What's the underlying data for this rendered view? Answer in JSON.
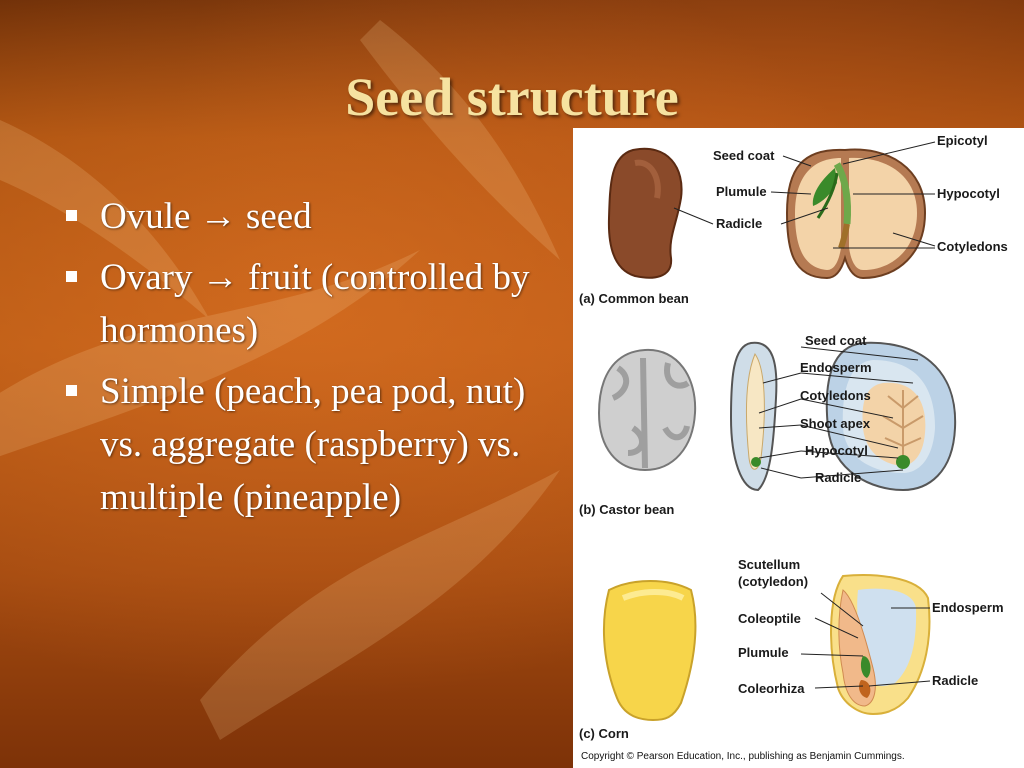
{
  "slide": {
    "title": "Seed structure",
    "bullets": [
      {
        "text": "Ovule → seed"
      },
      {
        "text": "Ovary → fruit (controlled by hormones)"
      },
      {
        "text": "Simple (peach, pea pod, nut) vs. aggregate (raspberry) vs. multiple (pineapple)"
      }
    ]
  },
  "figure": {
    "common_bean": {
      "caption": "(a) Common bean",
      "labels": {
        "seed_coat": "Seed coat",
        "plumule": "Plumule",
        "radicle": "Radicle",
        "epicotyl": "Epicotyl",
        "hypocotyl": "Hypocotyl",
        "cotyledons": "Cotyledons"
      }
    },
    "castor_bean": {
      "caption": "(b) Castor bean",
      "labels": {
        "seed_coat": "Seed coat",
        "endosperm": "Endosperm",
        "cotyledons": "Cotyledons",
        "shoot_apex": "Shoot apex",
        "hypocotyl": "Hypocotyl",
        "radicle": "Radicle"
      }
    },
    "corn": {
      "caption": "(c) Corn",
      "labels": {
        "scutellum_1": "Scutellum",
        "scutellum_2": "(cotyledon)",
        "coleoptile": "Coleoptile",
        "plumule": "Plumule",
        "coleorhiza": "Coleorhiza",
        "endosperm": "Endosperm",
        "radicle": "Radicle"
      }
    },
    "copyright": "Copyright © Pearson Education, Inc., publishing as Benjamin Cummings."
  },
  "colors": {
    "title": "#f6e2a0",
    "background": "#a8500f",
    "bean_brown": "#8a4a2a",
    "cotyledon_tan": "#f3d3a8",
    "embryo_green": "#3a8a2a",
    "endosperm_blue": "#cfe0ef",
    "corn_yellow": "#f7d54a"
  }
}
